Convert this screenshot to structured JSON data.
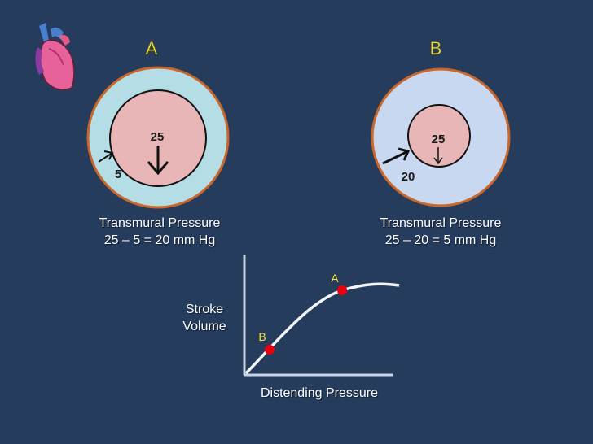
{
  "panel_a": {
    "label": "A",
    "inner_pressure": "25",
    "outer_pressure": "5",
    "caption_line1": "Transmural Pressure",
    "caption_line2": "25 – 5 = 20 mm Hg"
  },
  "panel_b": {
    "label": "B",
    "inner_pressure": "25",
    "outer_pressure": "20",
    "caption_line1": "Transmural Pressure",
    "caption_line2": "25 – 20 = 5 mm Hg"
  },
  "graph": {
    "ylabel_line1": "Stroke",
    "ylabel_line2": "Volume",
    "xlabel": "Distending Pressure",
    "point_a_label": "A",
    "point_b_label": "B"
  },
  "colors": {
    "background": "#253c5d",
    "outer_a": "#b5dde6",
    "outer_b": "#c7d8f0",
    "inner": "#e8b6b6",
    "border": "#c9662a",
    "point": "#e8000f",
    "label_yellow": "#f2e43a"
  }
}
